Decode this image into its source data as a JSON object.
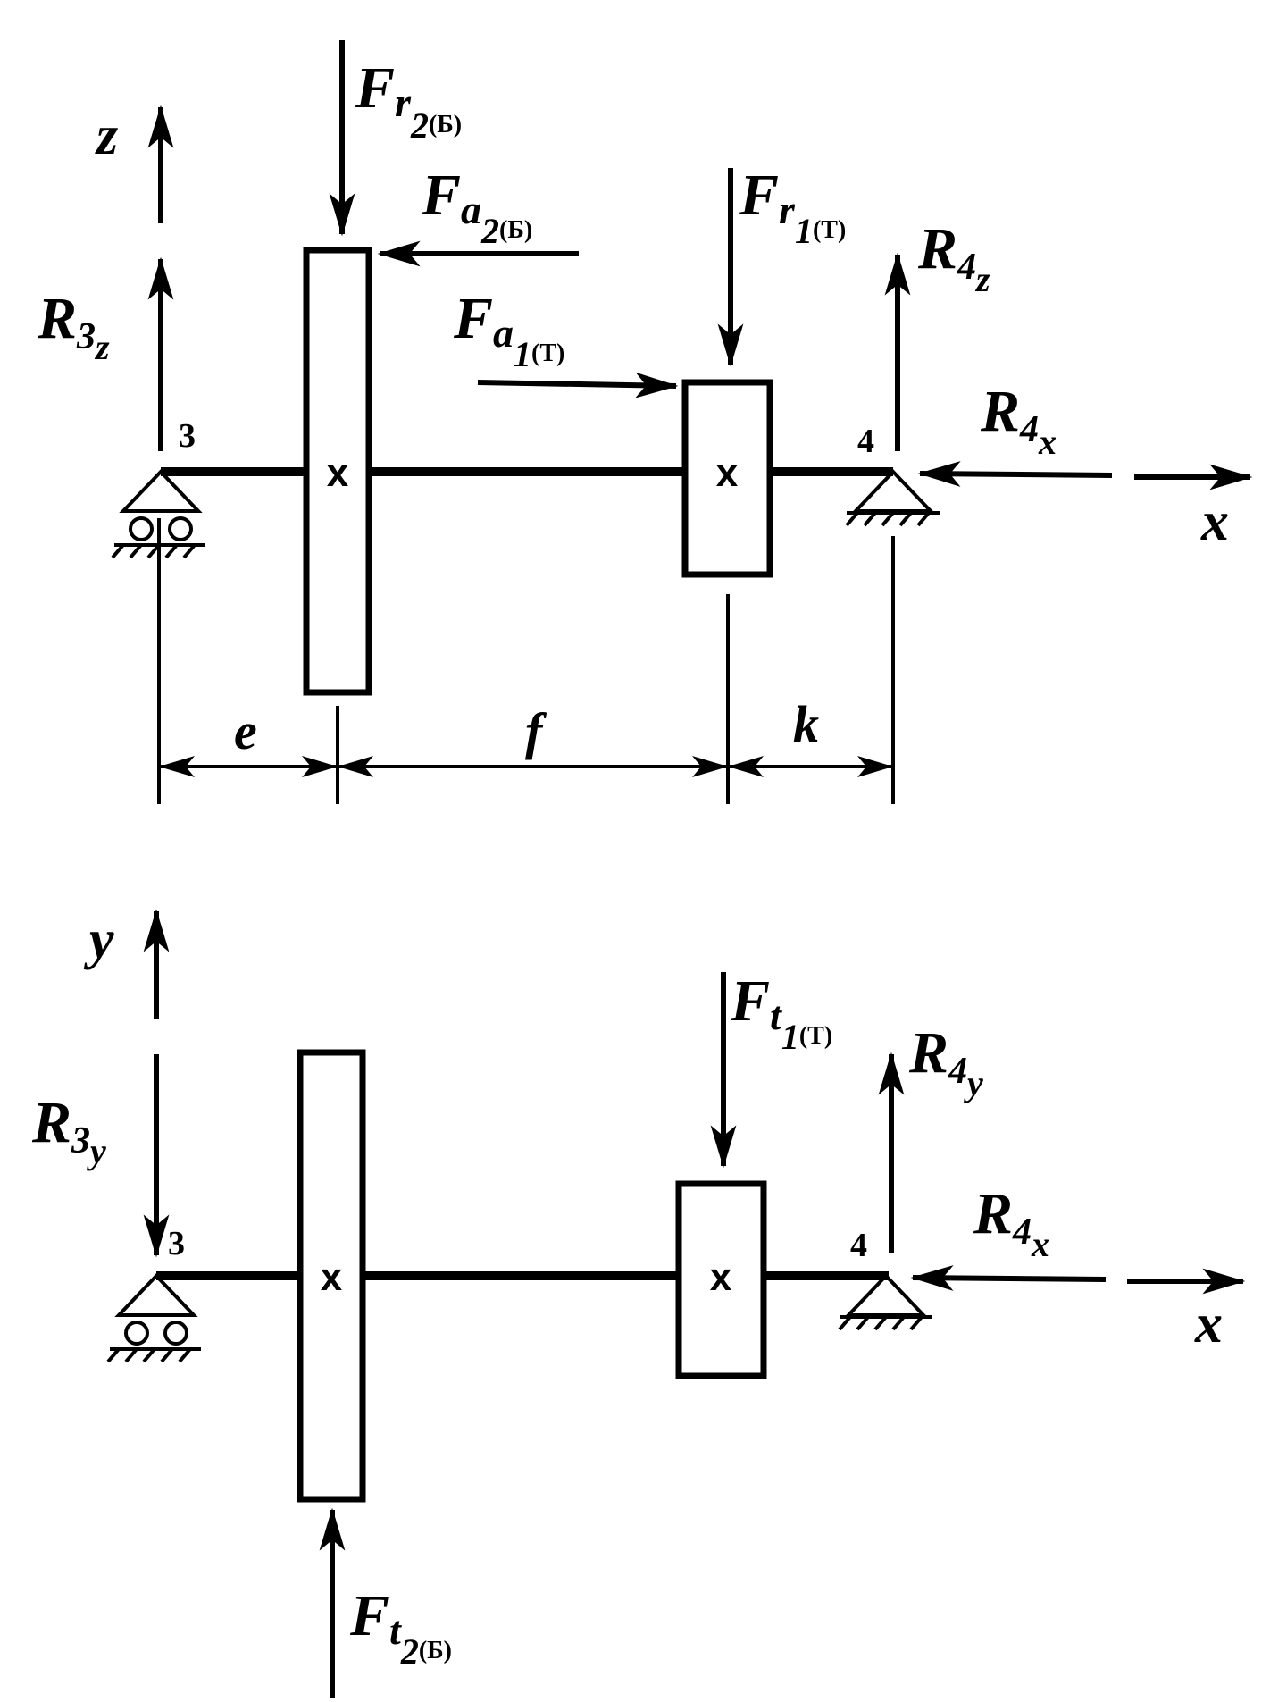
{
  "top_view": {
    "axis_vertical": "z",
    "axis_horizontal": "x",
    "support_left": "3",
    "support_right": "4",
    "gear_marker": "x",
    "dimensions": [
      "e",
      "f",
      "k"
    ],
    "forces": {
      "fr2": {
        "main": "F",
        "sub": "r",
        "idx": "2",
        "suffix": "(Б)"
      },
      "fa2": {
        "main": "F",
        "sub": "a",
        "idx": "2",
        "suffix": "(Б)"
      },
      "fr1": {
        "main": "F",
        "sub": "r",
        "idx": "1",
        "suffix": "(T)"
      },
      "fa1": {
        "main": "F",
        "sub": "a",
        "idx": "1",
        "suffix": "(T)"
      },
      "r3z": {
        "main": "R",
        "sub": "3",
        "idx": "z"
      },
      "r4z": {
        "main": "R",
        "sub": "4",
        "idx": "z"
      },
      "r4x": {
        "main": "R",
        "sub": "4",
        "idx": "x"
      }
    }
  },
  "bottom_view": {
    "axis_vertical": "y",
    "axis_horizontal": "x",
    "support_left": "3",
    "support_right": "4",
    "gear_marker": "x",
    "forces": {
      "ft1": {
        "main": "F",
        "sub": "t",
        "idx": "1",
        "suffix": "(T)"
      },
      "ft2": {
        "main": "F",
        "sub": "t",
        "idx": "2",
        "suffix": "(Б)"
      },
      "r3y": {
        "main": "R",
        "sub": "3",
        "idx": "y"
      },
      "r4y": {
        "main": "R",
        "sub": "4",
        "idx": "y"
      },
      "r4x": {
        "main": "R",
        "sub": "4",
        "idx": "x"
      }
    }
  }
}
